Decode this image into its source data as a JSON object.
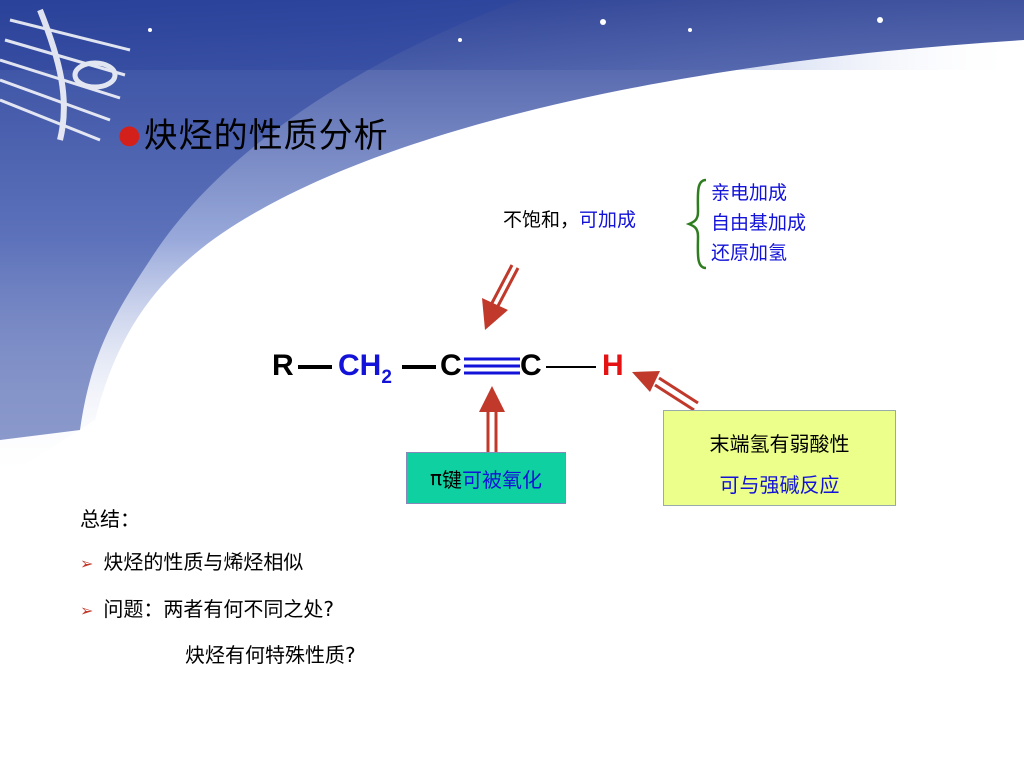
{
  "slide": {
    "bullet": "●",
    "title": "炔烃的性质分析"
  },
  "top_label": {
    "prefix": "不饱和，",
    "highlight": "可加成"
  },
  "addition_types": [
    "亲电加成",
    "自由基加成",
    "还原加氢"
  ],
  "formula": {
    "r": "R",
    "ch": "CH",
    "sub": "2",
    "c1": "C",
    "c2": "C",
    "h": "H"
  },
  "pi_box": {
    "symbol": "π",
    "bond": "键",
    "text": "可被氧化"
  },
  "terminal_box": {
    "line1": "末端氢有弱酸性",
    "line2": "可与强碱反应"
  },
  "summary": {
    "heading": "总结：",
    "bullet_glyph": "➢",
    "items": [
      "炔烃的性质与烯烃相似",
      "问题：两者有何不同之处?"
    ],
    "continuation": "炔烃有何特殊性质?"
  },
  "colors": {
    "blue_text": "#1212d8",
    "red_h": "#e41212",
    "arrow": "#c0392b",
    "pi_box_bg": "#0fd0a0",
    "terminal_box_bg": "#ebff8a",
    "brace": "#2e7d1e"
  }
}
